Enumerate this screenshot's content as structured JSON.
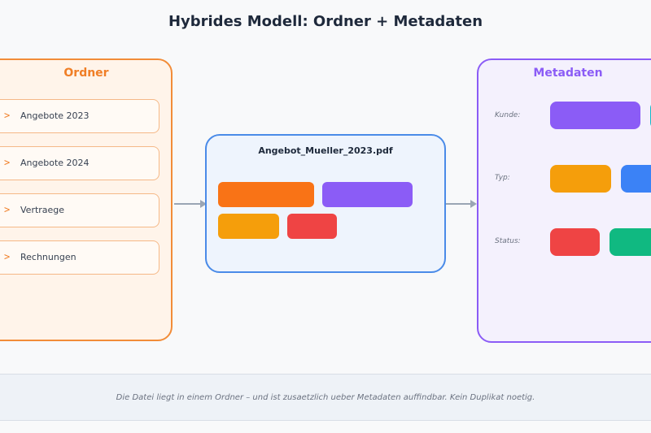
{
  "title": "Hybrides Modell: Ordner + Metadaten",
  "folders": {
    "title": "Ordner",
    "items": [
      {
        "icon": ">",
        "label": "Angebote 2023"
      },
      {
        "icon": ">",
        "label": "Angebote 2024"
      },
      {
        "icon": ">",
        "label": "Vertraege"
      },
      {
        "icon": ">",
        "label": "Rechnungen"
      }
    ]
  },
  "file": {
    "name": "Angebot_Mueller_2023.pdf",
    "tag_colors": [
      "#f97316",
      "#8b5cf6",
      "#f59e0b",
      "#ef4444"
    ]
  },
  "metadata": {
    "title": "Metadaten",
    "fields": [
      {
        "label": "Kunde:",
        "tag_colors": [
          "#8b5cf6",
          "#14b8c8"
        ]
      },
      {
        "label": "Typ:",
        "tag_colors": [
          "#f59e0b",
          "#3b82f6"
        ]
      },
      {
        "label": "Status:",
        "tag_colors": [
          "#ef4444",
          "#10b981"
        ]
      }
    ]
  },
  "footer": {
    "text": "Die Datei liegt in einem Ordner – und ist zusaetzlich ueber Metadaten auffindbar. Kein Duplikat noetig."
  }
}
